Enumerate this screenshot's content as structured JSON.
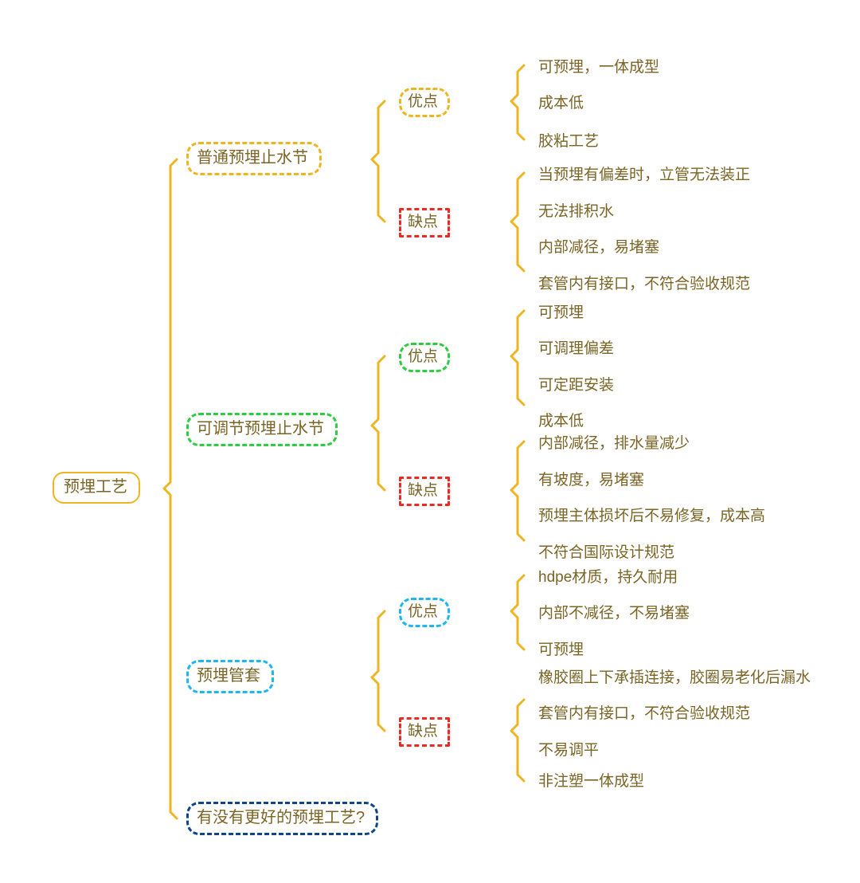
{
  "diagram": {
    "title": "预埋工艺",
    "type": "mindmap",
    "colors": {
      "root_border": "#efb521",
      "yellow": "#efb521",
      "green": "#2ecc40",
      "cyan": "#1fb6f0",
      "navy": "#10448c",
      "red": "#ec2a24",
      "text": "#7a6526",
      "background": "#ffffff"
    }
  },
  "root": {
    "label": "预埋工艺"
  },
  "branches": [
    {
      "label": "普通预埋止水节",
      "color": "yellow",
      "groups": [
        {
          "label": "优点",
          "kind": "pros",
          "color": "yellow",
          "items": [
            "可预埋，一体成型",
            "成本低",
            "胶粘工艺"
          ]
        },
        {
          "label": "缺点",
          "kind": "cons",
          "color": "red",
          "items": [
            "当预埋有偏差时，立管无法装正",
            "无法排积水",
            "内部减径，易堵塞",
            "套管内有接口，不符合验收规范"
          ]
        }
      ]
    },
    {
      "label": "可调节预埋止水节",
      "color": "green",
      "groups": [
        {
          "label": "优点",
          "kind": "pros",
          "color": "green",
          "items": [
            "可预埋",
            "可调理偏差",
            "可定距安装",
            "成本低"
          ]
        },
        {
          "label": "缺点",
          "kind": "cons",
          "color": "red",
          "items": [
            "内部减径，排水量减少",
            "有坡度，易堵塞",
            "预埋主体损坏后不易修复，成本高",
            "不符合国际设计规范"
          ]
        }
      ]
    },
    {
      "label": "预埋管套",
      "color": "cyan",
      "groups": [
        {
          "label": "优点",
          "kind": "pros",
          "color": "cyan",
          "items": [
            "hdpe材质，持久耐用",
            "内部不减径，不易堵塞",
            "可预埋"
          ]
        },
        {
          "label": "缺点",
          "kind": "cons",
          "color": "red",
          "items": [
            "橡胶圈上下承插连接，胶圈易老化后漏水",
            "套管内有接口，不符合验收规范",
            "不易调平",
            "非注塑一体成型"
          ]
        }
      ]
    },
    {
      "label": "有没有更好的预埋工艺?",
      "color": "navy",
      "groups": []
    }
  ]
}
